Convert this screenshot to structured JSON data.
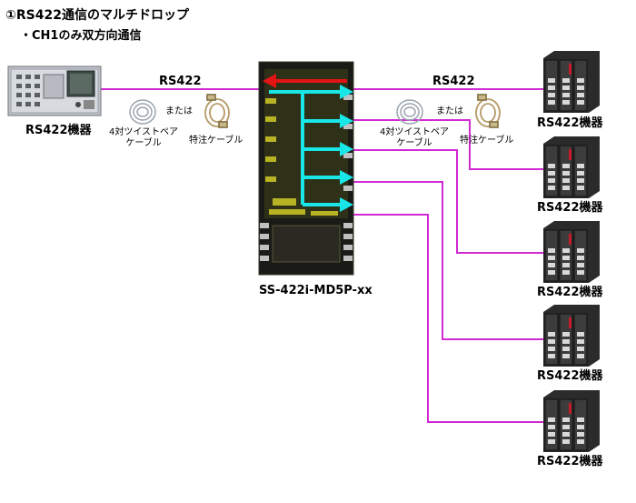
{
  "title": "①RS422通信のマルチドロップ",
  "subtitle": "・CH1のみ双方向通信",
  "left_device_label": "RS422機器",
  "center_device_label": "SS-422i-MD5P-xx",
  "right_device_labels": [
    "RS422機器",
    "RS422機器",
    "RS422機器",
    "RS422機器",
    "RS422機器"
  ],
  "link_left": {
    "protocol": "RS422",
    "cable_twisted": "4対ツイストペア\nケーブル",
    "or": "または",
    "cable_special": "特注ケーブル"
  },
  "link_right": {
    "protocol": "RS422",
    "cable_twisted": "4対ツイストペア\nケーブル",
    "or": "または",
    "cable_special": "特注ケーブル"
  },
  "colors": {
    "wire": "#d22ad2",
    "arrow_cyan": "#19e6e6",
    "arrow_red": "#e31414"
  }
}
